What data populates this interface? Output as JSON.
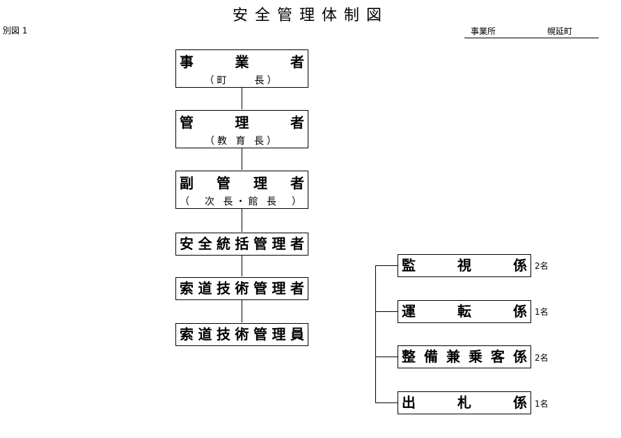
{
  "header": {
    "title": "安全管理体制図",
    "ref_label": "別図 1",
    "office_label": "事業所",
    "office_value": "幌延町"
  },
  "hierarchy": [
    {
      "title": [
        "事",
        "業",
        "者"
      ],
      "sub": "（町　　長）"
    },
    {
      "title": [
        "管",
        "理",
        "者"
      ],
      "sub": "（教 育 長）"
    },
    {
      "title": [
        "副",
        "管",
        "理",
        "者"
      ],
      "sub": "（　次 長・館 長　）"
    },
    {
      "title": [
        "安",
        "全",
        "統",
        "括",
        "管",
        "理",
        "者"
      ]
    },
    {
      "title": [
        "索",
        "道",
        "技",
        "術",
        "管",
        "理",
        "者"
      ]
    },
    {
      "title": [
        "索",
        "道",
        "技",
        "術",
        "管",
        "理",
        "員"
      ]
    }
  ],
  "staff": [
    {
      "title": [
        "監",
        "視",
        "係"
      ],
      "count": "2名"
    },
    {
      "title": [
        "運",
        "転",
        "係"
      ],
      "count": "1名"
    },
    {
      "title": [
        "整",
        "備",
        "兼",
        "乗",
        "客",
        "係"
      ],
      "count": "2名"
    },
    {
      "title": [
        "出",
        "札",
        "係"
      ],
      "count": "1名"
    }
  ]
}
